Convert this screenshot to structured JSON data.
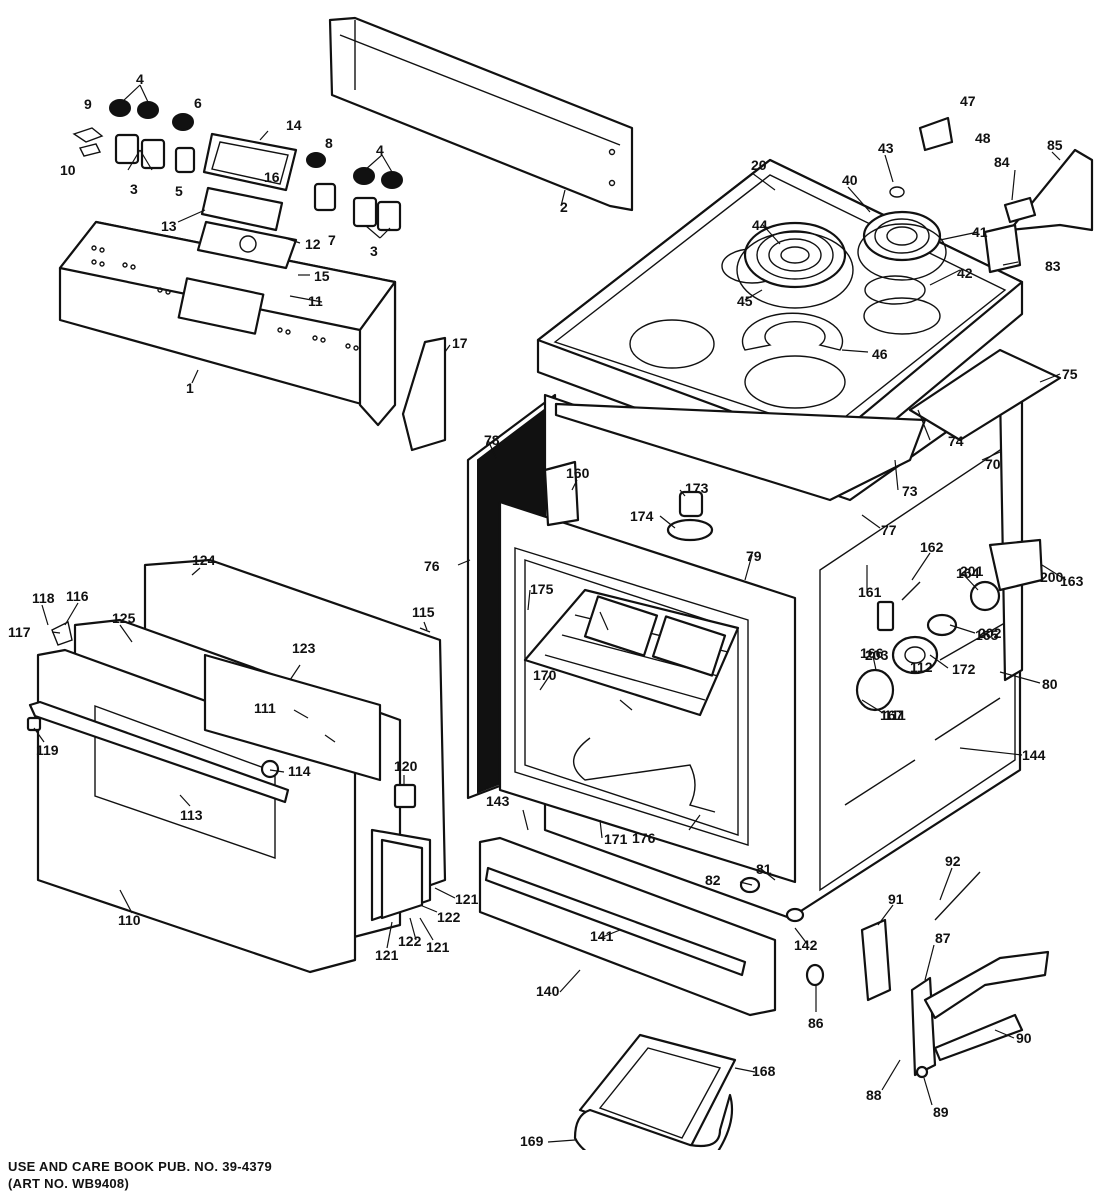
{
  "footer": {
    "line1": "USE AND CARE BOOK PUB. NO. 39-4379",
    "line2": "(ART NO. WB9408)"
  },
  "callouts": [
    {
      "id": "c-1",
      "text": "1"
    },
    {
      "id": "c-2",
      "text": "2"
    },
    {
      "id": "c-3a",
      "text": "3"
    },
    {
      "id": "c-3b",
      "text": "3"
    },
    {
      "id": "c-4a",
      "text": "4"
    },
    {
      "id": "c-4b",
      "text": "4"
    },
    {
      "id": "c-5",
      "text": "5"
    },
    {
      "id": "c-6",
      "text": "6"
    },
    {
      "id": "c-7",
      "text": "7"
    },
    {
      "id": "c-8",
      "text": "8"
    },
    {
      "id": "c-9",
      "text": "9"
    },
    {
      "id": "c-10",
      "text": "10"
    },
    {
      "id": "c-11a",
      "text": "11"
    },
    {
      "id": "c-11b",
      "text": "111"
    },
    {
      "id": "c-12",
      "text": "12"
    },
    {
      "id": "c-13",
      "text": "13"
    },
    {
      "id": "c-14",
      "text": "14"
    },
    {
      "id": "c-15",
      "text": "15"
    },
    {
      "id": "c-16",
      "text": "16"
    },
    {
      "id": "c-17",
      "text": "17"
    },
    {
      "id": "c-20",
      "text": "20"
    },
    {
      "id": "c-40",
      "text": "40"
    },
    {
      "id": "c-41",
      "text": "41"
    },
    {
      "id": "c-42",
      "text": "42"
    },
    {
      "id": "c-43",
      "text": "43"
    },
    {
      "id": "c-44",
      "text": "44"
    },
    {
      "id": "c-45",
      "text": "45"
    },
    {
      "id": "c-46",
      "text": "46"
    },
    {
      "id": "c-47",
      "text": "47"
    },
    {
      "id": "c-48",
      "text": "48"
    },
    {
      "id": "c-70",
      "text": "70"
    },
    {
      "id": "c-73",
      "text": "73"
    },
    {
      "id": "c-74",
      "text": "74"
    },
    {
      "id": "c-75",
      "text": "75"
    },
    {
      "id": "c-76",
      "text": "76"
    },
    {
      "id": "c-77",
      "text": "77"
    },
    {
      "id": "c-78",
      "text": "78"
    },
    {
      "id": "c-79",
      "text": "79"
    },
    {
      "id": "c-80",
      "text": "80"
    },
    {
      "id": "c-81",
      "text": "81"
    },
    {
      "id": "c-82",
      "text": "82"
    },
    {
      "id": "c-83",
      "text": "83"
    },
    {
      "id": "c-84",
      "text": "84"
    },
    {
      "id": "c-85",
      "text": "85"
    },
    {
      "id": "c-86",
      "text": "86"
    },
    {
      "id": "c-87",
      "text": "87"
    },
    {
      "id": "c-88",
      "text": "88"
    },
    {
      "id": "c-89",
      "text": "89"
    },
    {
      "id": "c-90",
      "text": "90"
    },
    {
      "id": "c-91",
      "text": "91"
    },
    {
      "id": "c-92",
      "text": "92"
    },
    {
      "id": "c-110",
      "text": "110"
    },
    {
      "id": "c-113",
      "text": "113"
    },
    {
      "id": "c-114",
      "text": "114"
    },
    {
      "id": "c-115",
      "text": "115"
    },
    {
      "id": "c-116",
      "text": "116"
    },
    {
      "id": "c-117",
      "text": "117"
    },
    {
      "id": "c-118",
      "text": "118"
    },
    {
      "id": "c-119",
      "text": "119"
    },
    {
      "id": "c-120",
      "text": "120"
    },
    {
      "id": "c-121a",
      "text": "121"
    },
    {
      "id": "c-121b",
      "text": "121"
    },
    {
      "id": "c-121c",
      "text": "121"
    },
    {
      "id": "c-122a",
      "text": "122"
    },
    {
      "id": "c-122b",
      "text": "122"
    },
    {
      "id": "c-123",
      "text": "123"
    },
    {
      "id": "c-124",
      "text": "124"
    },
    {
      "id": "c-125",
      "text": "125"
    },
    {
      "id": "c-140",
      "text": "140"
    },
    {
      "id": "c-141",
      "text": "141"
    },
    {
      "id": "c-142",
      "text": "142"
    },
    {
      "id": "c-143",
      "text": "143"
    },
    {
      "id": "c-144",
      "text": "144"
    },
    {
      "id": "c-160",
      "text": "160"
    },
    {
      "id": "c-161",
      "text": "161"
    },
    {
      "id": "c-162",
      "text": "162"
    },
    {
      "id": "c-163",
      "text": "163"
    },
    {
      "id": "c-164",
      "text": "164"
    },
    {
      "id": "c-165",
      "text": "165"
    },
    {
      "id": "c-166",
      "text": "166"
    },
    {
      "id": "c-167",
      "text": "167"
    },
    {
      "id": "c-168",
      "text": "168"
    },
    {
      "id": "c-169",
      "text": "169"
    },
    {
      "id": "c-170",
      "text": "170"
    },
    {
      "id": "c-171",
      "text": "171"
    },
    {
      "id": "c-172",
      "text": "172"
    },
    {
      "id": "c-173",
      "text": "173"
    },
    {
      "id": "c-174",
      "text": "174"
    },
    {
      "id": "c-175",
      "text": "175"
    },
    {
      "id": "c-176",
      "text": "176"
    },
    {
      "id": "c-200",
      "text": "200"
    },
    {
      "id": "c-201",
      "text": "201"
    },
    {
      "id": "c-202",
      "text": "202"
    },
    {
      "id": "c-203",
      "text": "203"
    },
    {
      "id": "c-111b",
      "text": "111"
    },
    {
      "id": "c-112",
      "text": "112"
    }
  ]
}
